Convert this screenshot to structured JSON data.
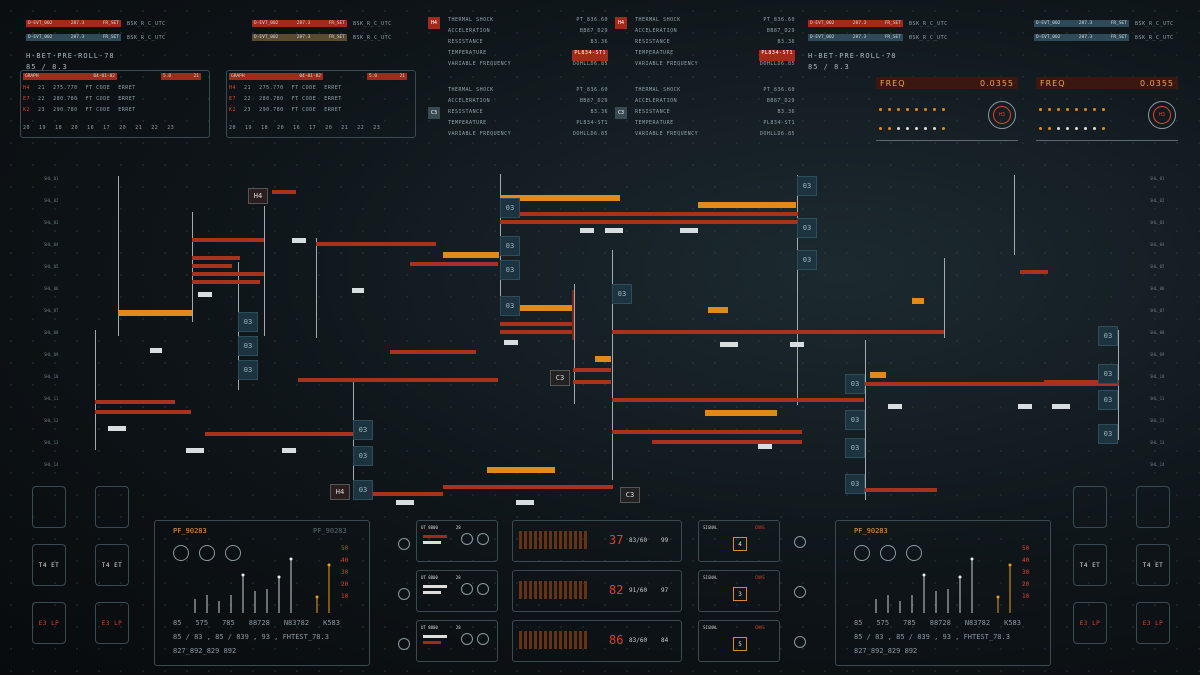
{
  "top_tags": {
    "left": [
      {
        "a": "D-EVT_002",
        "b": "287.3",
        "c": "FR_SET",
        "d": "BSK_R_C_UTC",
        "style": "red"
      },
      {
        "a": "D-EVT_002",
        "b": "287.3",
        "c": "FR_SET",
        "d": "BSK_R_C_UTC",
        "style": "blue"
      },
      {
        "a": "D-EVT_002",
        "b": "287.3",
        "c": "FR_SET",
        "d": "BSK_R_C_UTC",
        "style": "red"
      },
      {
        "a": "D-EVT_002",
        "b": "287.3",
        "c": "FR_SET",
        "d": "BSK_R_C_UTC",
        "style": "gold"
      }
    ],
    "right": [
      {
        "a": "D-EVT_002",
        "b": "287.3",
        "c": "FR_SET",
        "d": "BSK_R_C_UTC",
        "style": "red"
      },
      {
        "a": "D-EVT_002",
        "b": "287.3",
        "c": "FR_SET",
        "d": "BSK_R_C_UTC",
        "style": "blue"
      },
      {
        "a": "D-EVT_002",
        "b": "287.3",
        "c": "FR_SET",
        "d": "BSK_R_C_UTC",
        "style": "blue"
      },
      {
        "a": "D-EVT_002",
        "b": "287.3",
        "c": "FR_SET",
        "d": "BSK_R_C_UTC",
        "style": "blue"
      }
    ]
  },
  "preroll": {
    "title": "H-BET-PRE-ROLL-78",
    "sub": "85 / 8.3"
  },
  "graph_panels": [
    {
      "label": "GRAPH",
      "date": "04-01-82",
      "val": "5.0",
      "num": "21"
    },
    {
      "label": "GRAPH",
      "date": "04-01-82",
      "val": "5.0",
      "num": "21"
    }
  ],
  "graph_rows": [
    {
      "id": "H4",
      "n": "21",
      "a": "275.770",
      "b": "FT CODE",
      "c": "ERRET"
    },
    {
      "id": "E7",
      "n": "22",
      "a": "280.780",
      "b": "FT CODE",
      "c": "ERRET"
    },
    {
      "id": "K2",
      "n": "23",
      "a": "290.780",
      "b": "FT CODE",
      "c": "ERRET"
    }
  ],
  "graph_axis": [
    "20",
    "19",
    "18",
    "20",
    "16",
    "17",
    "20",
    "21",
    "22",
    "23"
  ],
  "spec_blocks": [
    {
      "badge": "H4",
      "rows": [
        [
          "THERMAL SHOCK",
          "PT_836.60"
        ],
        [
          "ACCELERATION",
          "BB87_D29"
        ],
        [
          "RESISTANCE",
          "B3.36"
        ],
        [
          "TEMPERATURE",
          "PL834-ST1"
        ],
        [
          "VARIABLE FREQUENCY",
          "DOHLLD6.85"
        ]
      ]
    },
    {
      "badge": "H4",
      "rows": [
        [
          "THERMAL SHOCK",
          "PT_836.60"
        ],
        [
          "ACCELERATION",
          "BB87_D29"
        ],
        [
          "RESISTANCE",
          "B3.36"
        ],
        [
          "TEMPERATURE",
          "PL834-ST1"
        ],
        [
          "VARIABLE FREQUENCY",
          "DOHLLD6.85"
        ]
      ]
    },
    {
      "badge": "C3",
      "rows": [
        [
          "THERMAL SHOCK",
          "PT_836.60"
        ],
        [
          "ACCELERATION",
          "BB87_D29"
        ],
        [
          "RESISTANCE",
          "B3.36"
        ],
        [
          "TEMPERATURE",
          "PL834-ST1"
        ],
        [
          "VARIABLE FREQUENCY",
          "DOHLLD6.85"
        ]
      ]
    },
    {
      "badge": "C3",
      "rows": [
        [
          "THERMAL SHOCK",
          "PT_836.60"
        ],
        [
          "ACCELERATION",
          "BB87_D29"
        ],
        [
          "RESISTANCE",
          "B3.36"
        ],
        [
          "TEMPERATURE",
          "PL834-ST1"
        ],
        [
          "VARIABLE FREQUENCY",
          "DOHLLD6.85"
        ]
      ]
    }
  ],
  "freq_panels": [
    {
      "label": "FREQ",
      "value": "0.0355",
      "badge": "H3"
    },
    {
      "label": "FREQ",
      "value": "0.0355",
      "badge": "H3"
    }
  ],
  "row_labels": [
    "SHL_01",
    "SHL_02",
    "SHL_03",
    "SHL_04",
    "SHL_05",
    "SHL_06",
    "SHL_07",
    "SHL_08",
    "SHL_09",
    "SHL_10",
    "SHL_11",
    "SHL_12",
    "SHL_13",
    "SHL_14"
  ],
  "timeline_badges": {
    "h4a": "H4",
    "h4b": "H4",
    "c3a": "C3",
    "c3b": "C3",
    "box": "03"
  },
  "side_buttons": [
    {
      "label": "T4",
      "sub": "ET"
    },
    {
      "label": "T4",
      "sub": "ET"
    },
    {
      "label": "E3",
      "sub": "LP"
    },
    {
      "label": "E3",
      "sub": "LP"
    }
  ],
  "pf_panels": [
    {
      "title": "PF_90283",
      "title_right": "PF_90283",
      "scale": [
        "50",
        "40",
        "30",
        "20",
        "10"
      ],
      "line1": [
        "85",
        "575",
        "785",
        "88728",
        "N83782",
        "K583"
      ],
      "line2": "85 / 83 , 85 / 839 , 93 , FHTEST_78.3",
      "line3": "827_892_829 892"
    },
    {
      "title": "PF_90283",
      "scale": [
        "50",
        "40",
        "30",
        "20",
        "10"
      ],
      "line1": [
        "85",
        "575",
        "785",
        "88728",
        "N83782",
        "K583"
      ],
      "line2": "85 / 83 , 85 / 839 , 93 , FHTEST_78.3",
      "line3": "827_892_829 892"
    }
  ],
  "mini_panels": [
    {
      "code": "UT 8800",
      "n": "28"
    },
    {
      "code": "UT 8800",
      "n": "28"
    },
    {
      "code": "UT 8800",
      "n": "28"
    }
  ],
  "velocity_panels": [
    {
      "big": "37",
      "frac": "83/60",
      "n": "99"
    },
    {
      "big": "82",
      "frac": "91/60",
      "n": "97"
    },
    {
      "big": "86",
      "frac": "83/60",
      "n": "84"
    }
  ],
  "signal_panels": [
    {
      "label": "SIGNAL",
      "tag": "CNVS",
      "mid": "4"
    },
    {
      "label": "SIGNAL",
      "tag": "CNVS",
      "mid": "3"
    },
    {
      "label": "SIGNAL",
      "tag": "CNVS",
      "mid": "5"
    }
  ],
  "colors": {
    "accent": "#e08a1c",
    "red": "#a8321c",
    "panel_bg": "#0c1114"
  }
}
